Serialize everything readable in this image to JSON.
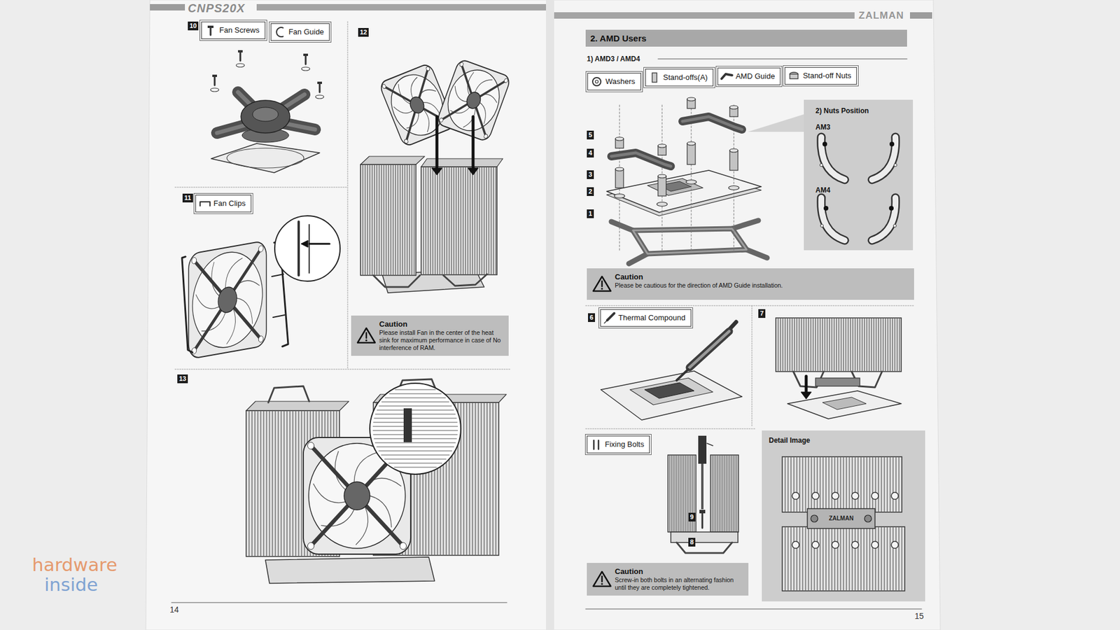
{
  "diagram": {
    "nodes": [
      {
        "text": [
          "Fan Screws"
        ]
      },
      {
        "text": [
          "Fan Guide"
        ]
      },
      {
        "text": [
          "Fan Clips"
        ]
      },
      {
        "text": [
          "Caution",
          "Please install Fan in the center of the heat sink for maximum performance in case of No interference of RAM."
        ]
      },
      {
        "text": [
          "2. AMD Users"
        ]
      },
      {
        "text": [
          "Washers"
        ]
      },
      {
        "text": [
          "Stand-offs(A)"
        ]
      },
      {
        "text": [
          "AMD Guide"
        ]
      },
      {
        "text": [
          "Stand-off Nuts"
        ]
      },
      {
        "text": [
          "2) Nuts Position",
          "AM3",
          "AM4"
        ]
      },
      {
        "text": [
          "Caution",
          "Please be cautious for the direction of AMD Guide installation."
        ]
      },
      {
        "text": [
          "Thermal Compound"
        ]
      },
      {
        "text": [
          "Fixing Bolts"
        ]
      },
      {
        "text": [
          "Detail Image"
        ]
      },
      {
        "text": [
          "Caution",
          "Screw-in both bolts in an alternating fashion until they are completely tightened."
        ]
      }
    ],
    "labels": [
      "CNPS20X",
      "10",
      "12",
      "11",
      "13",
      "14",
      "ZALMAN",
      "1) AMD3 / AMD4",
      "5",
      "4",
      "3",
      "2",
      "1",
      "6",
      "7",
      "9",
      "8",
      "15",
      "hardware",
      "inside",
      "ZALMAN"
    ]
  }
}
